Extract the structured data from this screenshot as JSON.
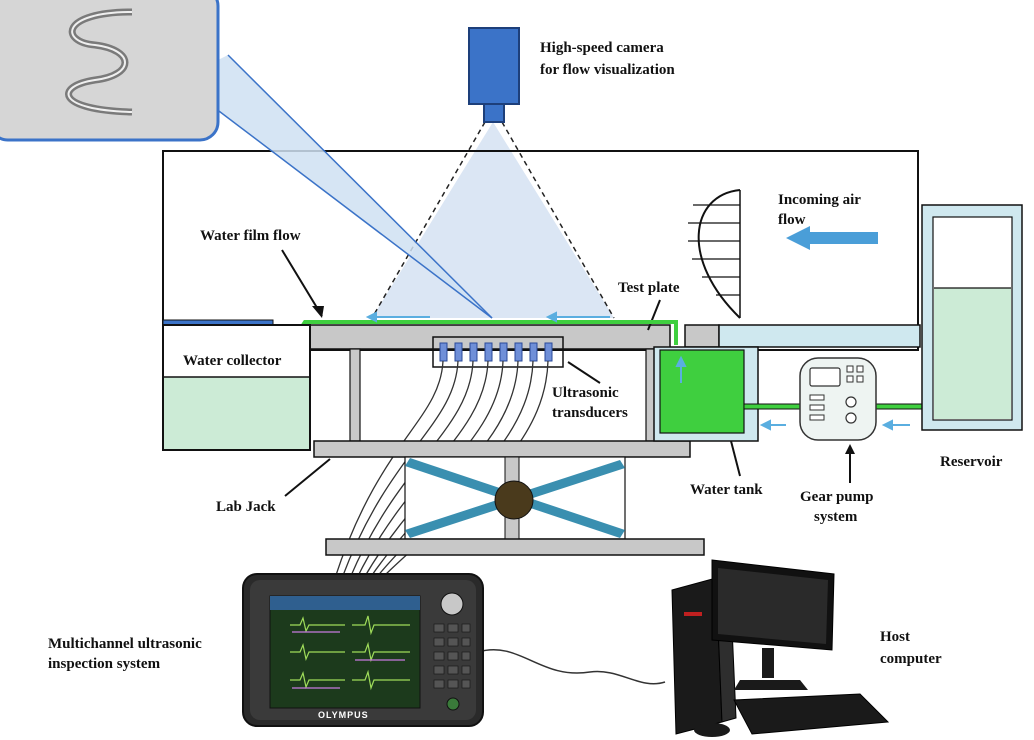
{
  "labels": {
    "camera_line1": "High-speed camera",
    "camera_line2": "for flow visualization",
    "air_line1": "Incoming air",
    "air_line2": "flow",
    "water_film": "Water film flow",
    "test_plate": "Test plate",
    "water_collector": "Water collector",
    "ultrasonic_line1": "Ultrasonic",
    "ultrasonic_line2": "transducers",
    "reservoir": "Reservoir",
    "lab_jack": "Lab Jack",
    "water_tank": "Water tank",
    "gear_pump_line1": "Gear pump",
    "gear_pump_line2": "system",
    "inspection_line1": "Multichannel ultrasonic",
    "inspection_line2": "inspection system",
    "host_line1": "Host",
    "host_line2": "computer",
    "device_brand": "OLYMPUS"
  },
  "colors": {
    "camera_blue": "#3b73c8",
    "water_green": "#3fcf3f",
    "water_light": "#ccebd6",
    "flow_arrow_blue": "#5aaee0",
    "jack_blue": "#3a8fb0",
    "transducer_blue": "#6f8fd8",
    "view_cone": "#dbe6f4"
  },
  "icons": [
    "camera-icon",
    "gear-pump-icon",
    "ultrasonic-device-icon",
    "host-computer-icon"
  ]
}
